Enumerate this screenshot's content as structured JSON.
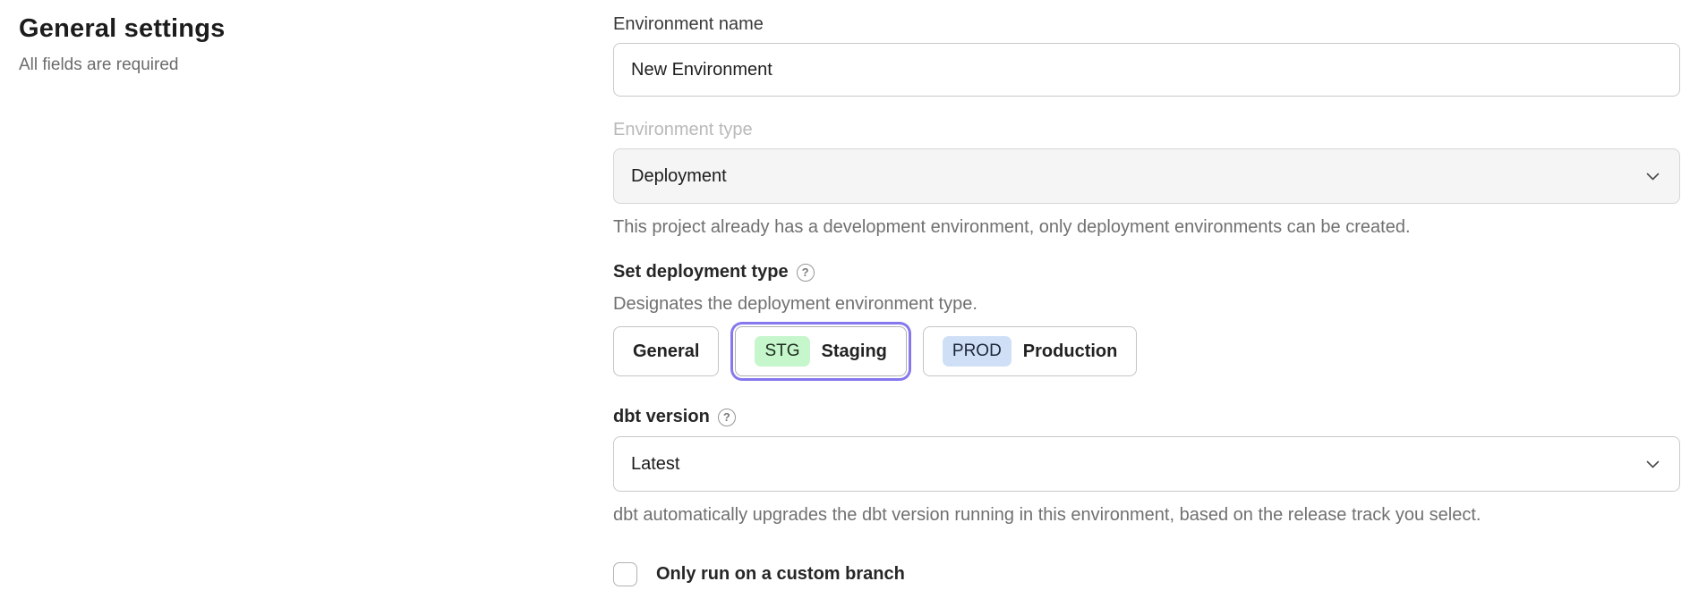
{
  "page": {
    "title": "General settings",
    "subtitle": "All fields are required"
  },
  "form": {
    "environment_name": {
      "label": "Environment name",
      "value": "New Environment"
    },
    "environment_type": {
      "label": "Environment type",
      "value": "Deployment",
      "disabled": true,
      "helper": "This project already has a development environment, only deployment environments can be created."
    },
    "deployment_type": {
      "label": "Set deployment type",
      "helper": "Designates the deployment environment type.",
      "options": [
        {
          "label": "General",
          "badge": "",
          "selected": false
        },
        {
          "label": "Staging",
          "badge": "STG",
          "badge_color": "#c6f6cb",
          "selected": true
        },
        {
          "label": "Production",
          "badge": "PROD",
          "badge_color": "#cfe0f6",
          "selected": false
        }
      ]
    },
    "dbt_version": {
      "label": "dbt version",
      "value": "Latest",
      "helper": "dbt automatically upgrades the dbt version running in this environment, based on the release track you select."
    },
    "custom_branch": {
      "label": "Only run on a custom branch",
      "checked": false
    }
  },
  "icons": {
    "help": "?",
    "chevron_down": "v-shaped chevron (svg)"
  },
  "colors": {
    "accent_ring": "#8577ee",
    "staging_badge": "#c6f6cb",
    "production_badge": "#cfe0f6",
    "disabled_bg": "#f5f5f6",
    "helper_text": "#707070"
  }
}
